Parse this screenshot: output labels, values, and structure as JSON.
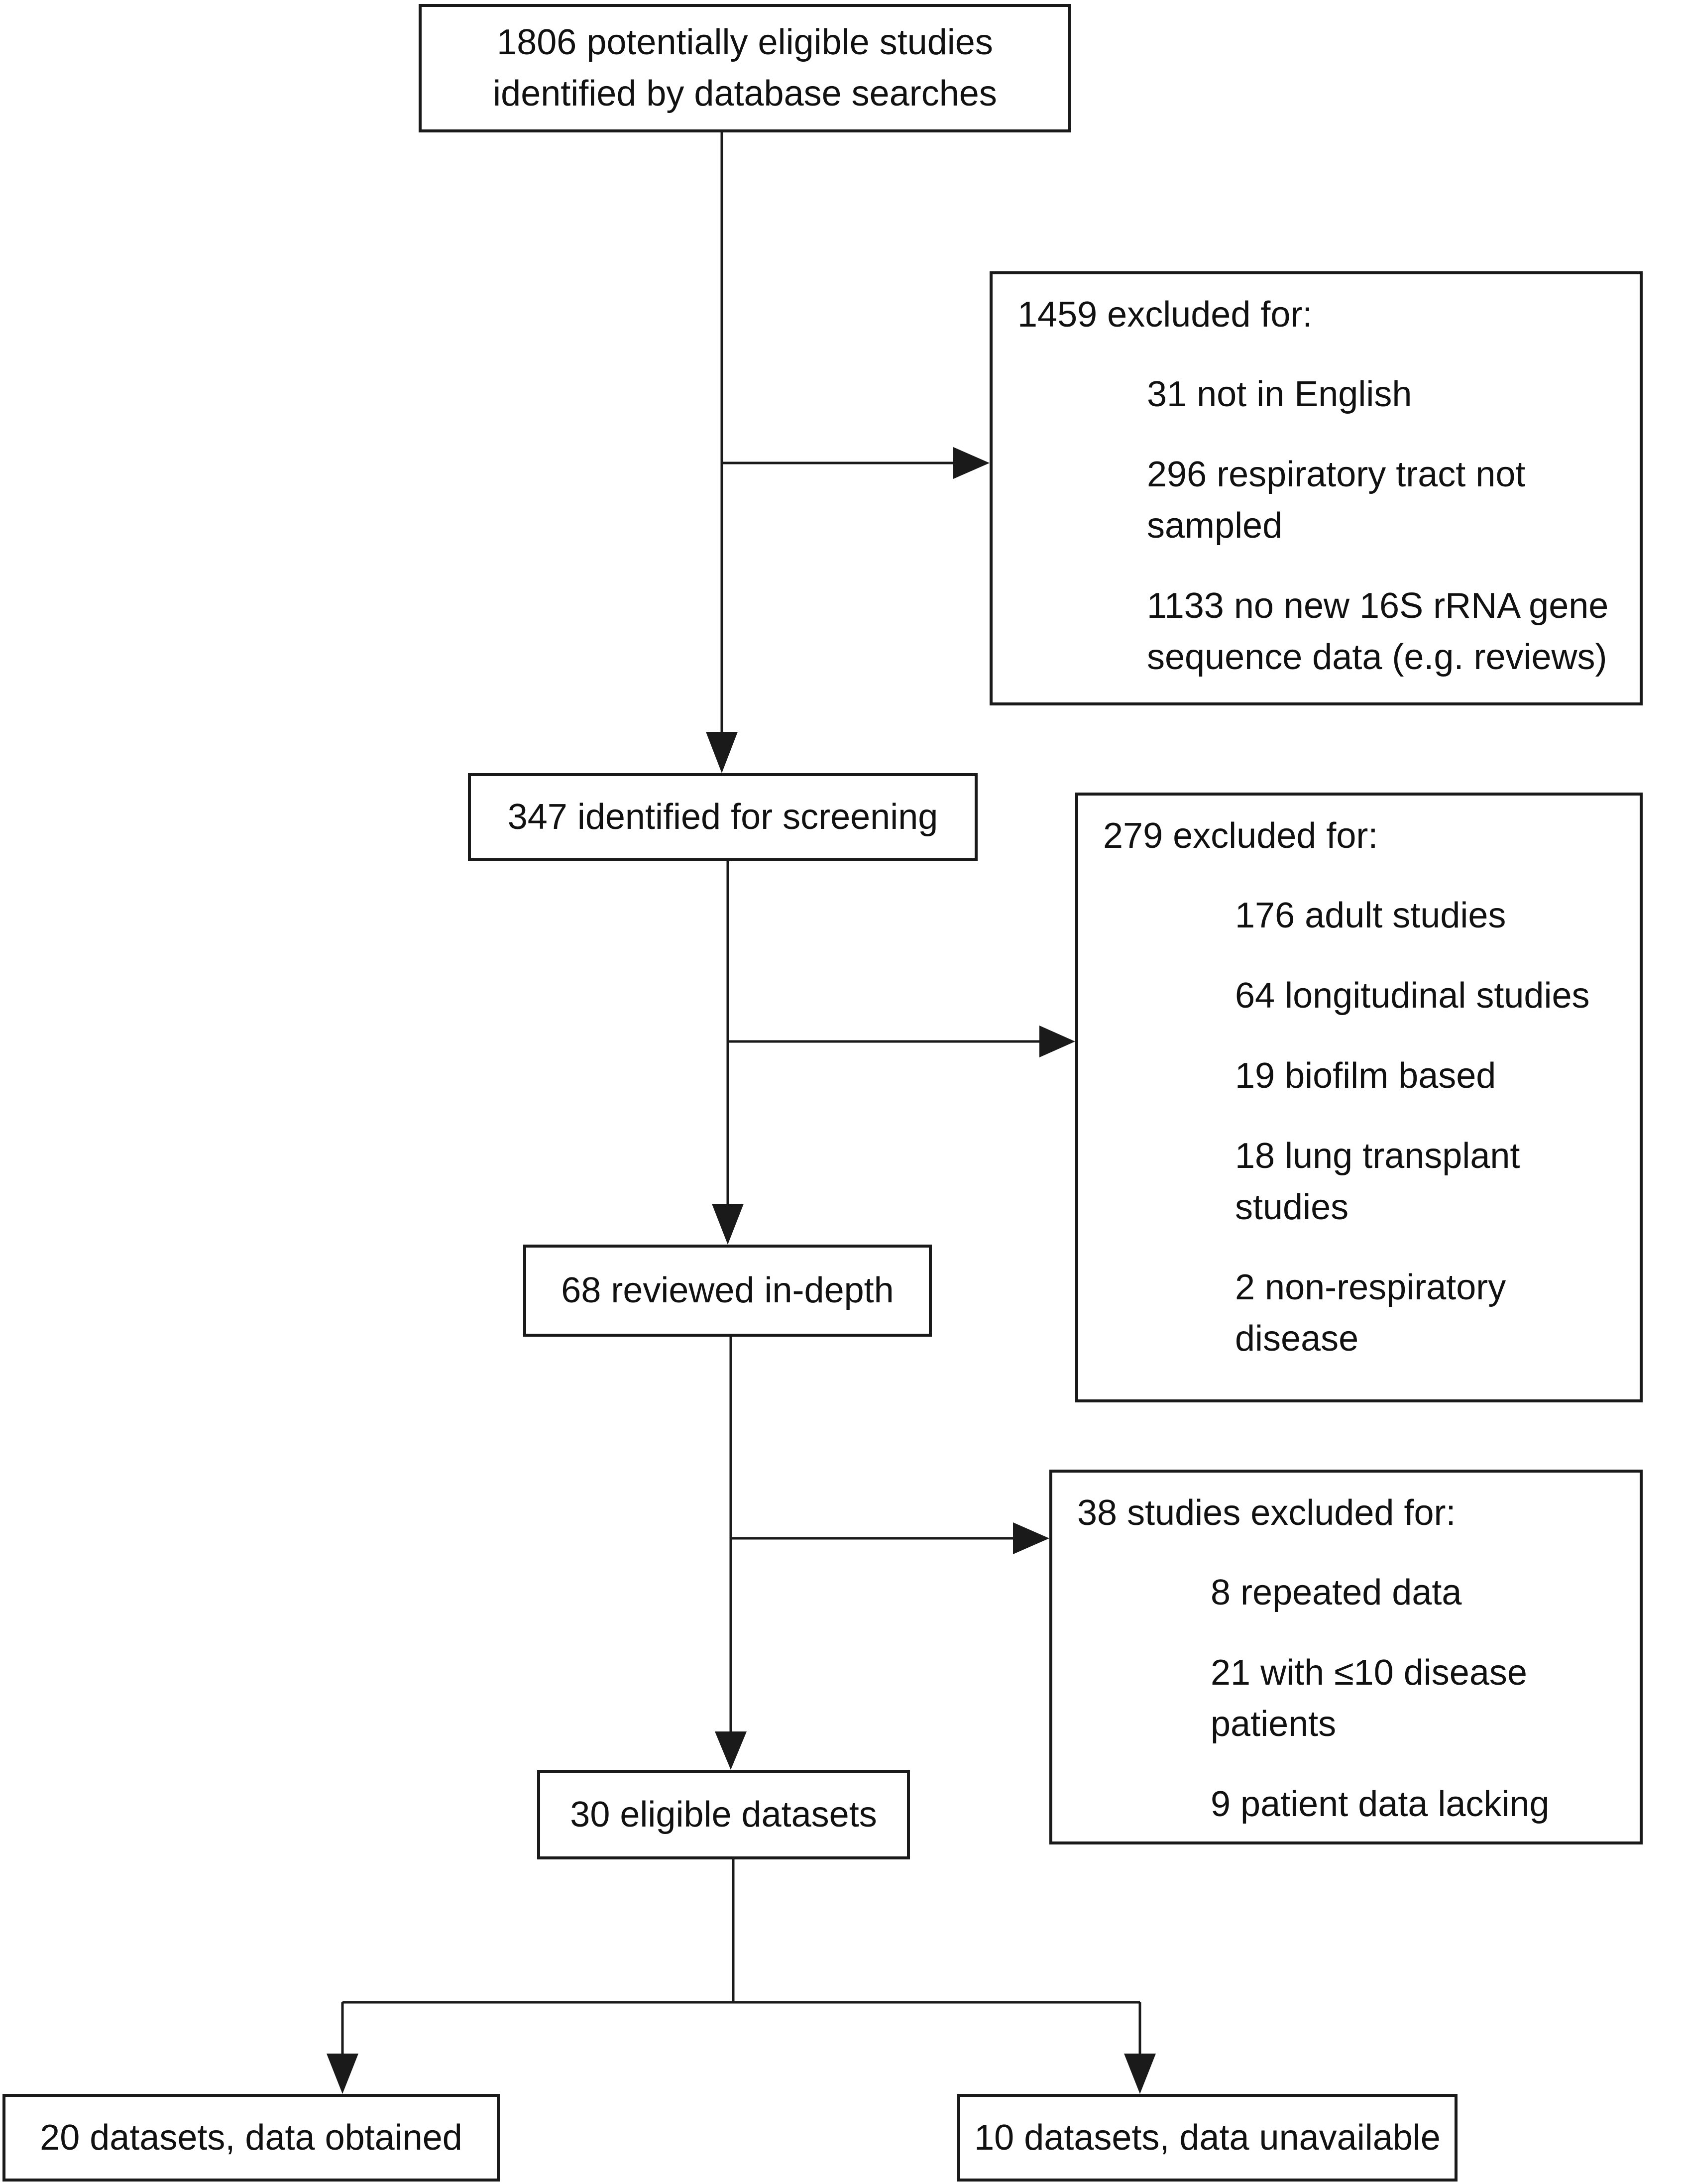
{
  "boxes": {
    "identified": {
      "lines": [
        "1806 potentially eligible studies",
        "identified by database searches"
      ]
    },
    "screening": {
      "text": "347 identified for screening"
    },
    "reviewed": {
      "text": "68 reviewed in-depth"
    },
    "eligible": {
      "text": "30 eligible datasets"
    },
    "obtained": {
      "text": "20 datasets, data obtained"
    },
    "unavailable": {
      "text": "10 datasets, data unavailable"
    }
  },
  "exclusions": {
    "first": {
      "heading": "1459 excluded for:",
      "items": [
        [
          "31 not in English"
        ],
        [
          "296 respiratory tract not",
          "sampled"
        ],
        [
          "1133 no new 16S rRNA gene",
          "sequence data (e.g. reviews)"
        ]
      ]
    },
    "second": {
      "heading": "279 excluded for:",
      "items": [
        [
          "176 adult studies"
        ],
        [
          "64 longitudinal studies"
        ],
        [
          "19 biofilm based"
        ],
        [
          "18 lung transplant",
          "studies"
        ],
        [
          "2 non-respiratory",
          "disease"
        ]
      ]
    },
    "third": {
      "heading": "38 studies excluded for:",
      "items": [
        [
          "8 repeated data"
        ],
        [
          "21 with ≤10 disease",
          "patients"
        ],
        [
          "9 patient data lacking"
        ]
      ]
    }
  }
}
